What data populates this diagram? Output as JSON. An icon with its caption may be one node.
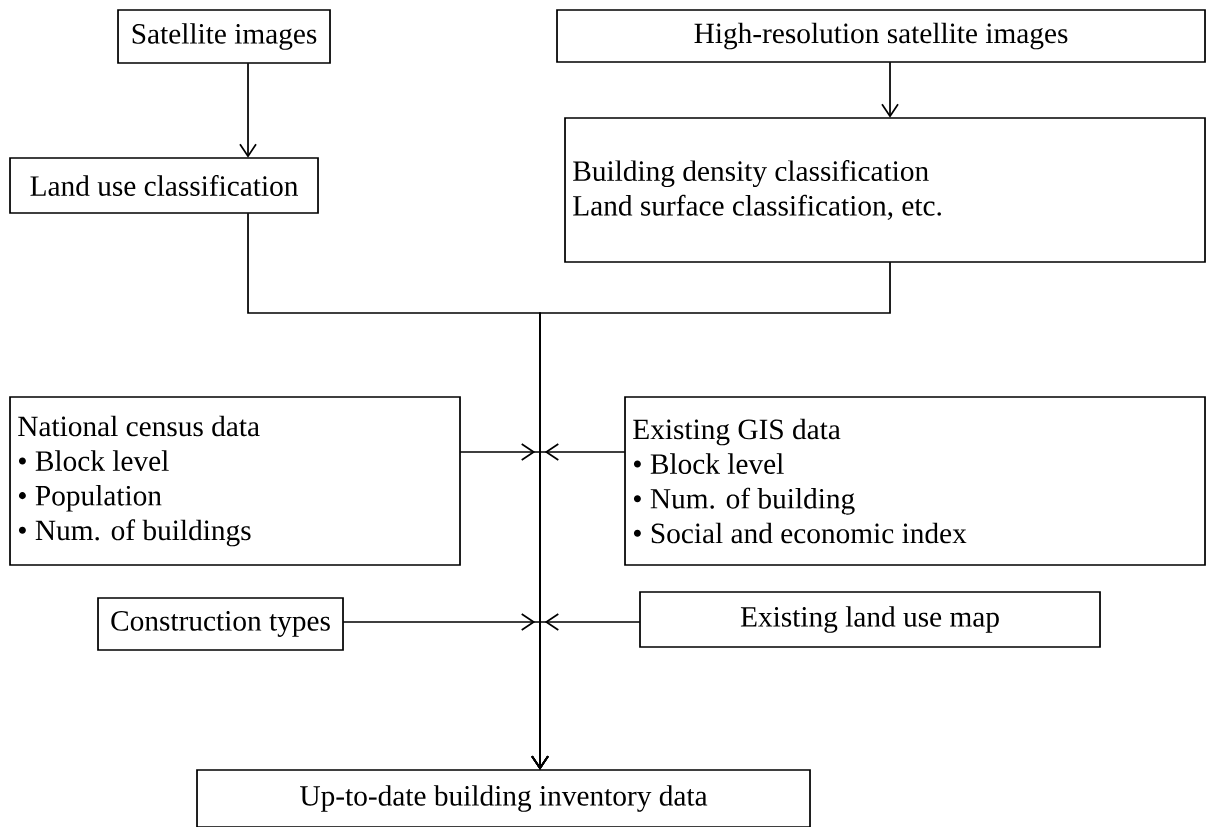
{
  "diagram": {
    "nodes": [
      {
        "text": [
          "Satellite images"
        ]
      },
      {
        "text": [
          "High-resolution satellite images"
        ]
      },
      {
        "text": [
          "Land use classification"
        ]
      },
      {
        "text": [
          "Building density classification",
          "Land surface classification, etc."
        ]
      },
      {
        "text": [
          "National census data",
          "• Block level",
          "• Population",
          "• Num. of buildings"
        ]
      },
      {
        "text": [
          "Existing GIS data",
          "• Block level",
          "• Num. of building",
          "• Social and economic index"
        ]
      },
      {
        "text": [
          "Construction types"
        ]
      },
      {
        "text": [
          "Existing land use map"
        ]
      },
      {
        "text": [
          "Up-to-date building inventory data"
        ]
      }
    ],
    "edges": [
      {
        "from": 0,
        "to": 2,
        "arrow": "to"
      },
      {
        "from": 1,
        "to": 3,
        "arrow": "to"
      },
      {
        "from": 2,
        "to": 8,
        "arrow": "to"
      },
      {
        "from": 3,
        "to": 8,
        "arrow": "to"
      },
      {
        "from": 4,
        "to": 8,
        "arrow": "to"
      },
      {
        "from": 5,
        "to": 8,
        "arrow": "to"
      },
      {
        "from": 6,
        "to": 8,
        "arrow": "to"
      },
      {
        "from": 7,
        "to": 8,
        "arrow": "to"
      }
    ]
  }
}
